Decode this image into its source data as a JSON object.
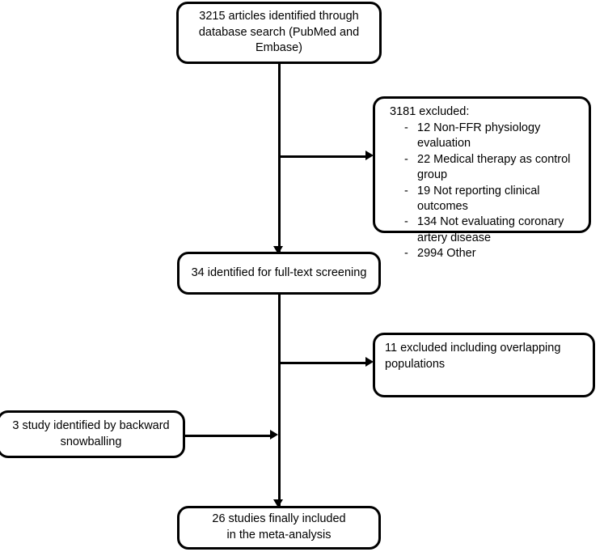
{
  "diagram": {
    "type": "prisma-flow-diagram",
    "title": "Study selection flow diagram",
    "stroke_color": "#000000",
    "background_color": "#ffffff",
    "nodes": {
      "identified": {
        "id": "identified",
        "text": "3215 articles identified through\ndatabase search (PubMed and Embase)",
        "count": 3215
      },
      "excluded_1": {
        "id": "excluded-1",
        "heading": "3181 excluded:",
        "count": 3181,
        "items": [
          {
            "marker": "-",
            "text": "12 Non-FFR physiology evaluation",
            "count": 12
          },
          {
            "marker": "-",
            "text": "22 Medical therapy as control group",
            "count": 22
          },
          {
            "marker": "-",
            "text": "19 Not reporting clinical outcomes",
            "count": 19
          },
          {
            "marker": "-",
            "text": "134 Not evaluating coronary artery disease",
            "count": 134
          },
          {
            "marker": "-",
            "text": "2994 Other",
            "count": 2994
          }
        ]
      },
      "fulltext": {
        "id": "fulltext",
        "text": "34 identified for full-text screening",
        "count": 34
      },
      "excluded_2": {
        "id": "excluded-2",
        "text": "  11 excluded including overlapping\npopulations",
        "count": 11
      },
      "snowball": {
        "id": "snowball",
        "text": "3 study identified by backward\nsnowballing",
        "count": 3
      },
      "included": {
        "id": "included",
        "text": "26 studies finally included\nin the meta-analysis",
        "count": 26
      }
    },
    "connectors": [
      {
        "id": "identified-to-fulltext",
        "from": "identified",
        "to": "fulltext",
        "direction": "down",
        "arrowhead": true
      },
      {
        "id": "trunk-to-excluded-1",
        "from": "identified",
        "to": "excluded_1",
        "direction": "right",
        "arrowhead": true
      },
      {
        "id": "fulltext-to-included",
        "from": "fulltext",
        "to": "included",
        "direction": "down",
        "arrowhead": true
      },
      {
        "id": "trunk-to-excluded-2",
        "from": "fulltext",
        "to": "excluded_2",
        "direction": "right",
        "arrowhead": true
      },
      {
        "id": "snowball-to-trunk",
        "from": "snowball",
        "to": "included",
        "direction": "right",
        "arrowhead": true
      }
    ]
  }
}
